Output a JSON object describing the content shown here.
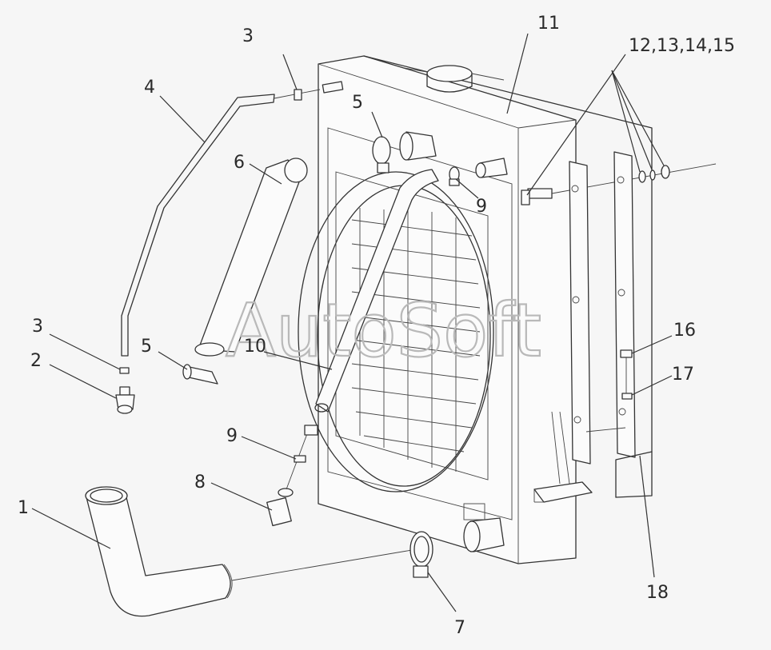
{
  "callouts": {
    "c1": "1",
    "c2": "2",
    "c3a": "3",
    "c3b": "3",
    "c4": "4",
    "c5a": "5",
    "c5b": "5",
    "c6": "6",
    "c7": "7",
    "c8": "8",
    "c9a": "9",
    "c9b": "9",
    "c10": "10",
    "c11": "11",
    "c12": "12,13,14,15",
    "c16": "16",
    "c17": "17",
    "c18": "18"
  },
  "watermark": "AutoSoft",
  "colors": {
    "line": "#333333",
    "background": "#f6f6f6",
    "watermark": "#b9b9b9"
  }
}
